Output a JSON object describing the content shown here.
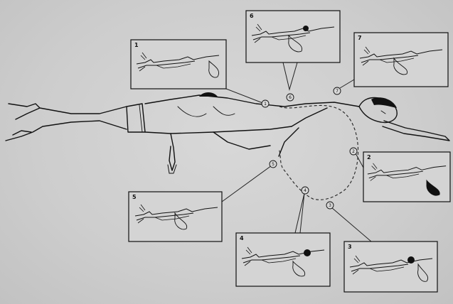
{
  "figure": {
    "subject": "swimmer-stroke-sequence",
    "colors": {
      "background": "#cfcfcf",
      "ink": "#111111",
      "panel_fill": "#d4d4d4"
    }
  },
  "panels": [
    {
      "id": "panel-1",
      "number": "1"
    },
    {
      "id": "panel-6",
      "number": "6"
    },
    {
      "id": "panel-7",
      "number": "7"
    },
    {
      "id": "panel-2",
      "number": "2"
    },
    {
      "id": "panel-5",
      "number": "5"
    },
    {
      "id": "panel-4",
      "number": "4"
    },
    {
      "id": "panel-3",
      "number": "3"
    }
  ],
  "markers": [
    {
      "id": "marker-1",
      "number": "1"
    },
    {
      "id": "marker-6",
      "number": "6"
    },
    {
      "id": "marker-7",
      "number": "7"
    },
    {
      "id": "marker-2",
      "number": "2"
    },
    {
      "id": "marker-5",
      "number": "5"
    },
    {
      "id": "marker-4",
      "number": "4"
    },
    {
      "id": "marker-3",
      "number": "3"
    }
  ]
}
